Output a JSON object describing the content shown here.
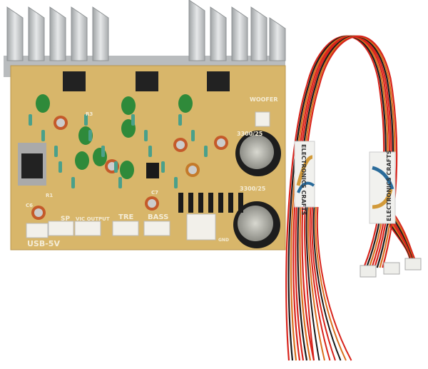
{
  "board": {
    "labels": {
      "usb": "USB-5V",
      "sp": "SP",
      "vic_output": "VIC OUTPUT",
      "treble": "TRE",
      "bass": "BASS",
      "woofer": "WOOFER",
      "cap1": "3300/25",
      "cap2": "3300/25",
      "c7": "C7",
      "c6": "C6",
      "r1": "R1",
      "r3": "R3",
      "gnd": "GND"
    },
    "colors": {
      "pcb": "#d8b66a",
      "heatsink": "#c9cccd"
    }
  },
  "cable": {
    "sleeve_label_1": "ELECTRONICS CRAFTS",
    "sleeve_label_2": "ELECTRONICS CRAFTS",
    "colors": {
      "red": "#d8241c",
      "orange": "#d9701e",
      "black": "#1a1a1a"
    }
  }
}
